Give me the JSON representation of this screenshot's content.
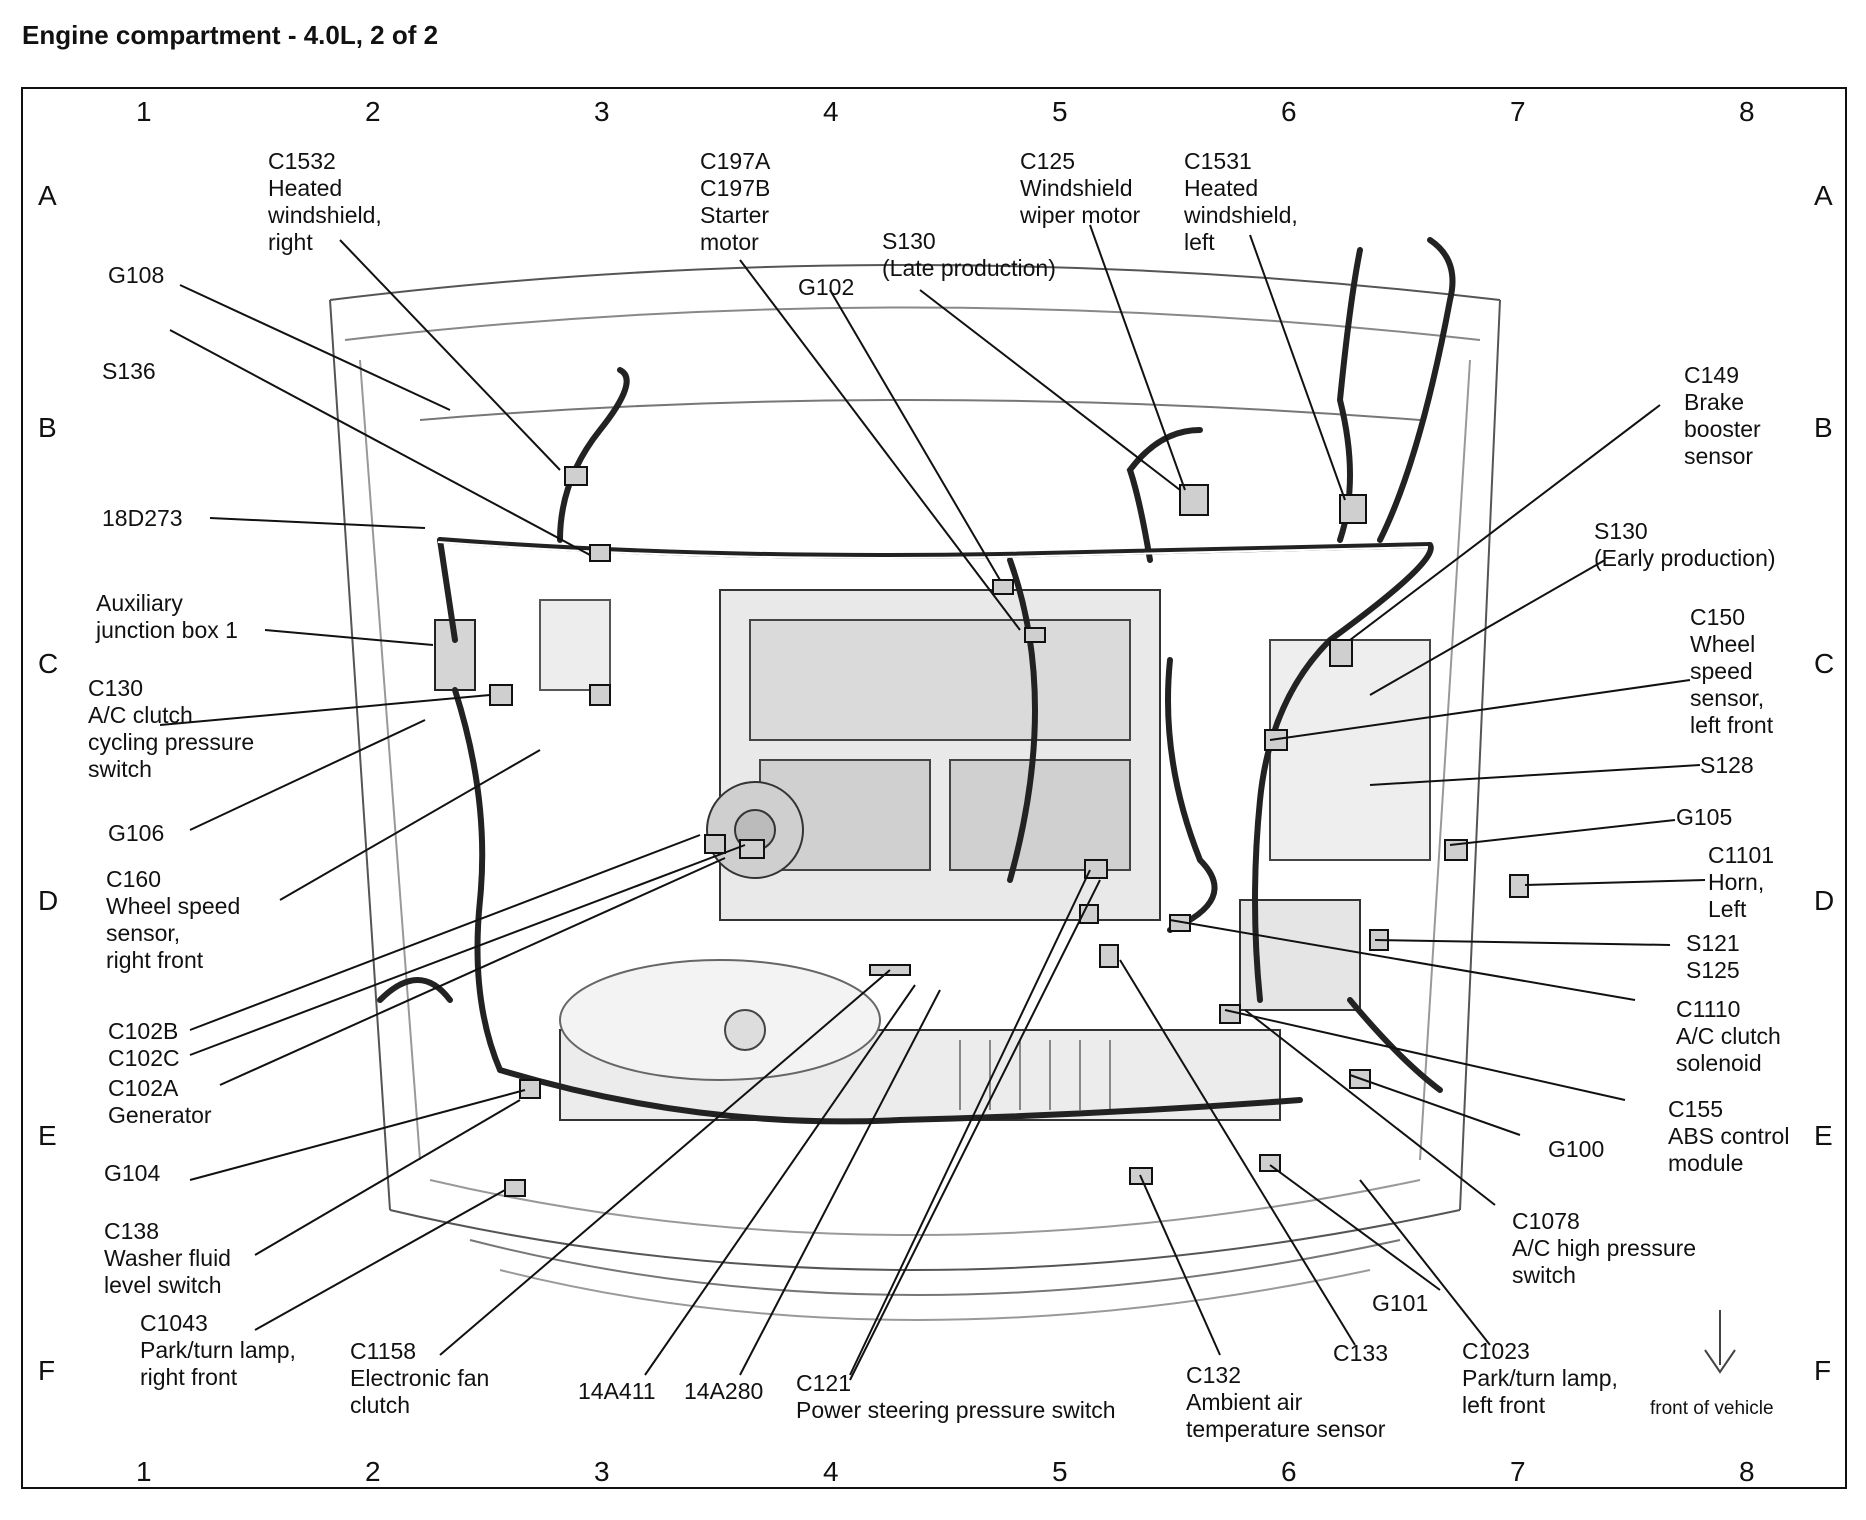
{
  "title": "Engine compartment - 4.0L, 2 of 2",
  "grid": {
    "columns": [
      "1",
      "2",
      "3",
      "4",
      "5",
      "6",
      "7",
      "8"
    ],
    "rows": [
      "A",
      "B",
      "C",
      "D",
      "E",
      "F"
    ]
  },
  "labels": {
    "c1532": [
      "C1532",
      "Heated",
      "windshield,",
      "right"
    ],
    "g108": [
      "G108"
    ],
    "s136": [
      "S136"
    ],
    "d18273": [
      "18D273"
    ],
    "ajb1": [
      "Auxiliary",
      "junction box 1"
    ],
    "c130": [
      "C130",
      "A/C clutch",
      "cycling pressure",
      "switch"
    ],
    "g106": [
      "G106"
    ],
    "c160": [
      "C160",
      "Wheel speed",
      "sensor,",
      "right front"
    ],
    "c102b": [
      "C102B"
    ],
    "c102c": [
      "C102C"
    ],
    "c102a": [
      "C102A",
      "Generator"
    ],
    "g104": [
      "G104"
    ],
    "c138": [
      "C138",
      "Washer fluid",
      "level switch"
    ],
    "c1043": [
      "C1043",
      "Park/turn lamp,",
      "right front"
    ],
    "c1158": [
      "C1158",
      "Electronic fan",
      "clutch"
    ],
    "a14a411": [
      "14A411"
    ],
    "a14a280": [
      "14A280"
    ],
    "c121": [
      "C121",
      "Power steering pressure switch"
    ],
    "c132": [
      "C132",
      "Ambient air",
      "temperature sensor"
    ],
    "c133": [
      "C133"
    ],
    "g101": [
      "G101"
    ],
    "c1023": [
      "C1023",
      "Park/turn lamp,",
      "left front"
    ],
    "front": [
      "front of vehicle"
    ],
    "c197": [
      "C197A",
      "C197B",
      "Starter",
      "motor"
    ],
    "g102": [
      "G102"
    ],
    "s130late": [
      "S130",
      "(Late production)"
    ],
    "c125": [
      "C125",
      "Windshield",
      "wiper motor"
    ],
    "c1531": [
      "C1531",
      "Heated",
      "windshield,",
      "left"
    ],
    "c149": [
      "C149",
      "Brake",
      "booster",
      "sensor"
    ],
    "s130early": [
      "S130",
      "(Early production)"
    ],
    "c150": [
      "C150",
      "Wheel",
      "speed",
      "sensor,",
      "left front"
    ],
    "s128": [
      "S128"
    ],
    "g105": [
      "G105"
    ],
    "c1101": [
      "C1101",
      "Horn,",
      "Left"
    ],
    "s121": [
      "S121",
      "S125"
    ],
    "c1110": [
      "C1110",
      "A/C clutch",
      "solenoid"
    ],
    "c155": [
      "C155",
      "ABS control",
      "module"
    ],
    "g100": [
      "G100"
    ],
    "c1078": [
      "C1078",
      "A/C high pressure",
      "switch"
    ]
  }
}
